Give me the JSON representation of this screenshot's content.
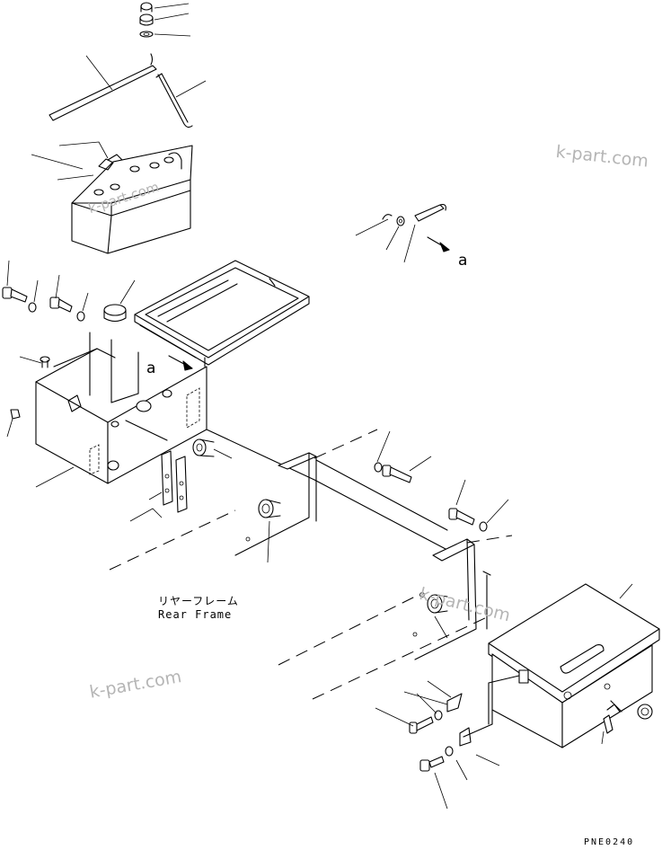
{
  "watermarks": [
    "k-part.com",
    "k-part.com",
    "k-part.com",
    "k-part.com"
  ],
  "frame_label": {
    "jp": "リヤーフレーム",
    "en": "Rear Frame"
  },
  "detail_refs": [
    "a",
    "a"
  ],
  "drawing_code": "PNE0240"
}
